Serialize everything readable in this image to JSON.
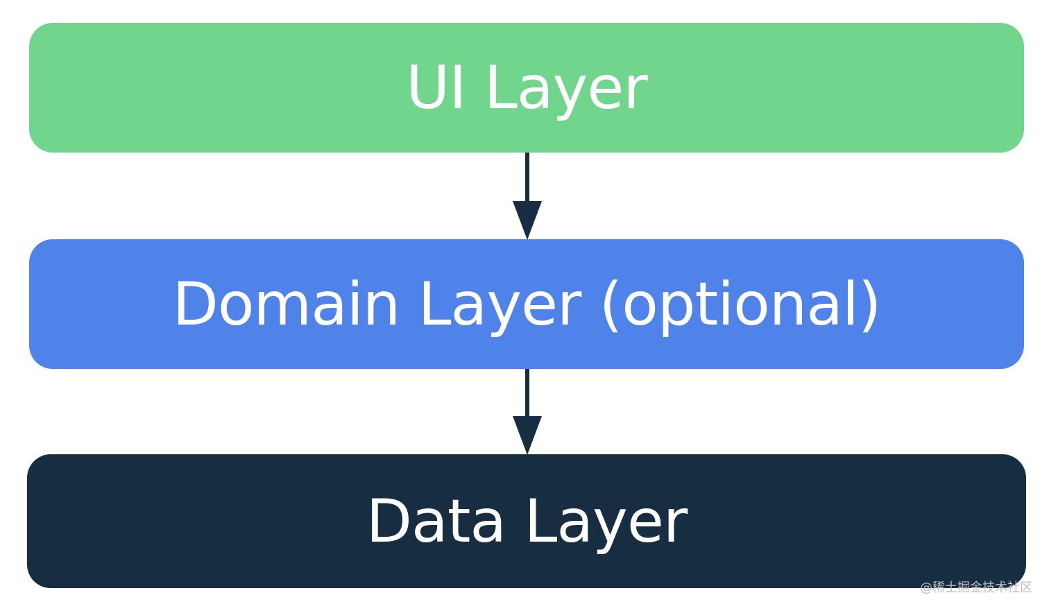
{
  "layers": {
    "ui": {
      "label": "UI Layer",
      "color": "#71d58d"
    },
    "domain": {
      "label": "Domain Layer (optional)",
      "color": "#5083ea"
    },
    "data": {
      "label": "Data Layer",
      "color": "#172d42"
    }
  },
  "arrow_color": "#172d42",
  "watermark": "@稀土掘金技术社区"
}
